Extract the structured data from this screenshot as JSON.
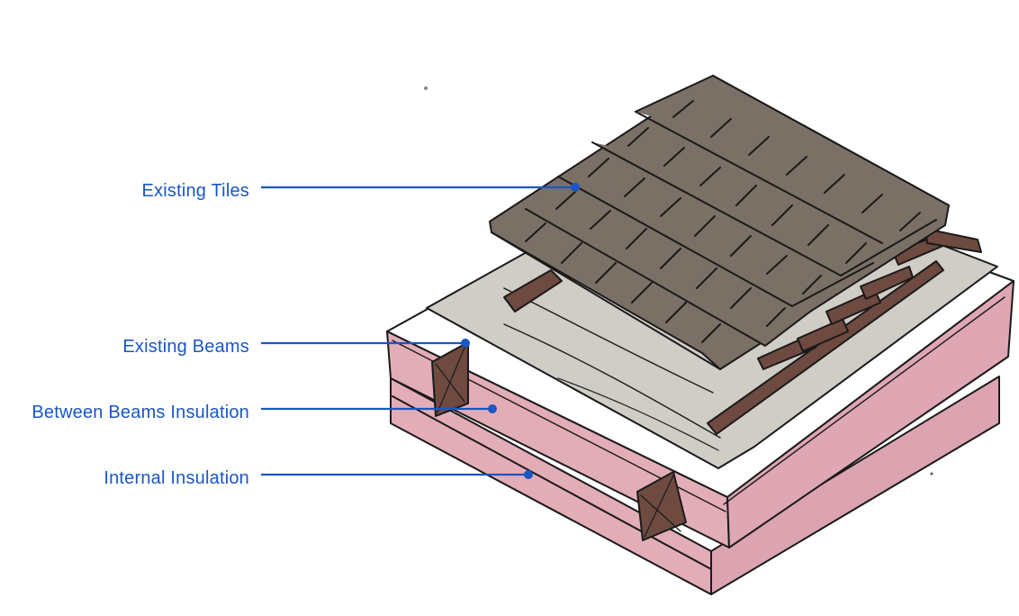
{
  "colors": {
    "label": "#1a56c4",
    "leader": "#1a56c4",
    "tiles": "#7a7066",
    "membrane": "#d0ccc6",
    "insulation": "#e3adb8",
    "insulation_top": "#ffffff",
    "beams": "#6e4a40",
    "outline": "#1a1a1a"
  },
  "labels": [
    {
      "id": "existing-tiles",
      "text": "Existing Tiles"
    },
    {
      "id": "existing-beams",
      "text": "Existing Beams"
    },
    {
      "id": "between-beams-insulation",
      "text": "Between Beams Insulation"
    },
    {
      "id": "internal-insulation",
      "text": "Internal Insulation"
    }
  ]
}
